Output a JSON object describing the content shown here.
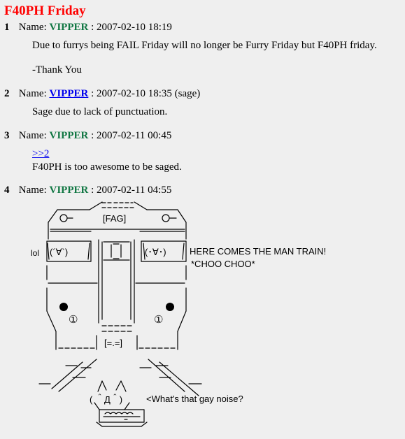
{
  "thread": {
    "title": "F40PH Friday"
  },
  "name_label": "Name:",
  "posts": [
    {
      "num": "1",
      "name": "VIPPER",
      "date": ": 2007-02-10 18:19",
      "line1": "Due to furrys being FAIL Friday will no longer be Furry Friday but F40PH friday.",
      "line2": "-Thank You"
    },
    {
      "num": "2",
      "name": "VIPPER",
      "date": ": 2007-02-10 18:35 (sage)",
      "line1": "Sage due to lack of punctuation."
    },
    {
      "num": "3",
      "name": "VIPPER",
      "date": ": 2007-02-11 00:45",
      "reply": ">>2",
      "line1": "F40PH is too awesome to be saged."
    },
    {
      "num": "4",
      "name": "VIPPER",
      "date": ": 2007-02-11 04:55"
    }
  ],
  "ascii_art": {
    "sign": "[FAG]",
    "lol": "lol",
    "face_left": "(´∀`)",
    "face_right": "(･∀･)",
    "headline": "HERE COMES THE MAN TRAIN!",
    "sound": "*CHOO CHOO*",
    "circled_left": "①",
    "circled_right": "①",
    "plate": "[=.=]",
    "cat_face": "( ＾Д＾)",
    "question": "<What's that gay noise?"
  }
}
